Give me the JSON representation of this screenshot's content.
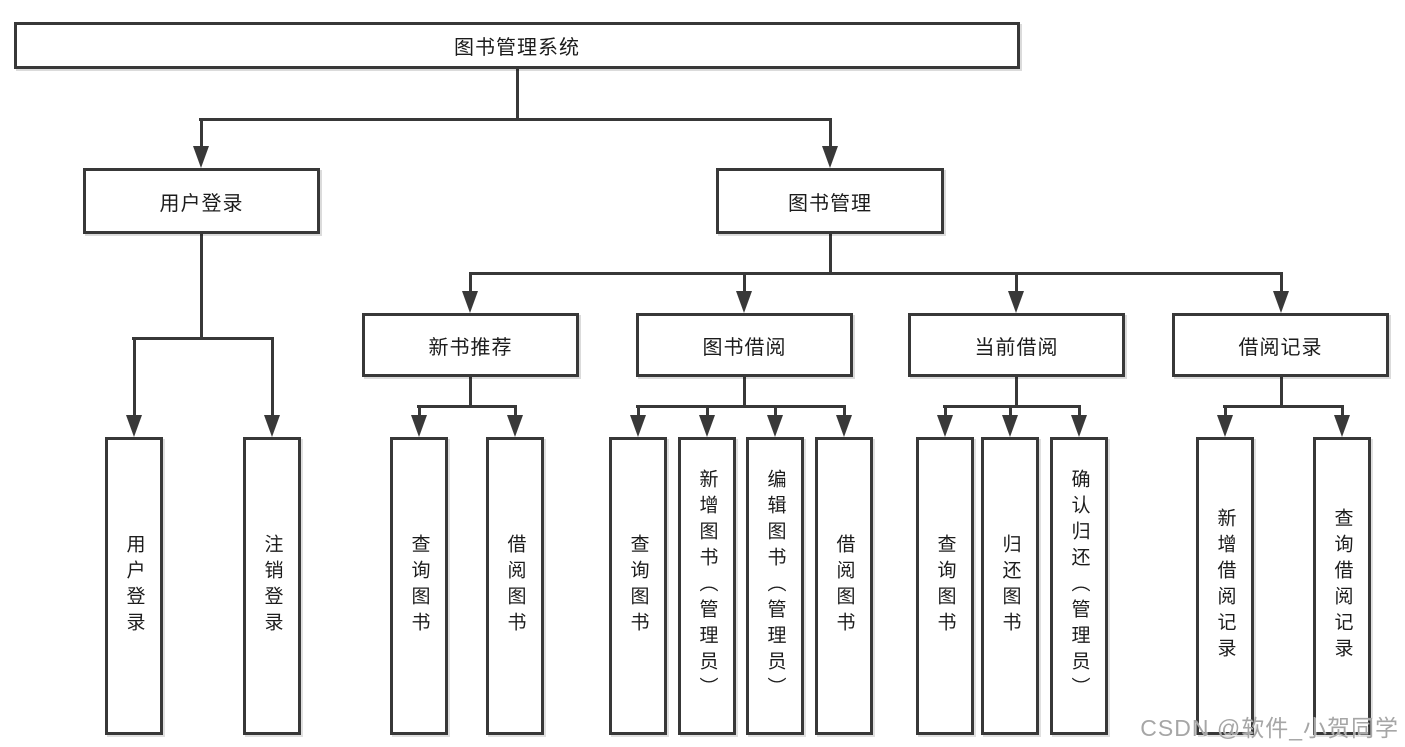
{
  "diagram": {
    "root": {
      "label": "图书管理系统"
    },
    "level2": [
      {
        "label": "用户登录"
      },
      {
        "label": "图书管理"
      }
    ],
    "level3": [
      {
        "label": "新书推荐"
      },
      {
        "label": "图书借阅"
      },
      {
        "label": "当前借阅"
      },
      {
        "label": "借阅记录"
      }
    ],
    "leaves": {
      "user_login": [
        "用户登录",
        "注销登录"
      ],
      "new_book_recommend": [
        "查询图书",
        "借阅图书"
      ],
      "book_borrow": [
        "查询图书",
        "新增图书（管理员）",
        "编辑图书（管理员）",
        "借阅图书"
      ],
      "current_borrow": [
        "查询图书",
        "归还图书",
        "确认归还（管理员）"
      ],
      "borrow_record": [
        "新增借阅记录",
        "查询借阅记录"
      ]
    }
  },
  "watermark": {
    "text": "CSDN @软件_小贺同学"
  },
  "colors": {
    "line": "#383838",
    "text": "#1c1c1c",
    "watermark": "#a6a6a6",
    "background": "#ffffff"
  }
}
